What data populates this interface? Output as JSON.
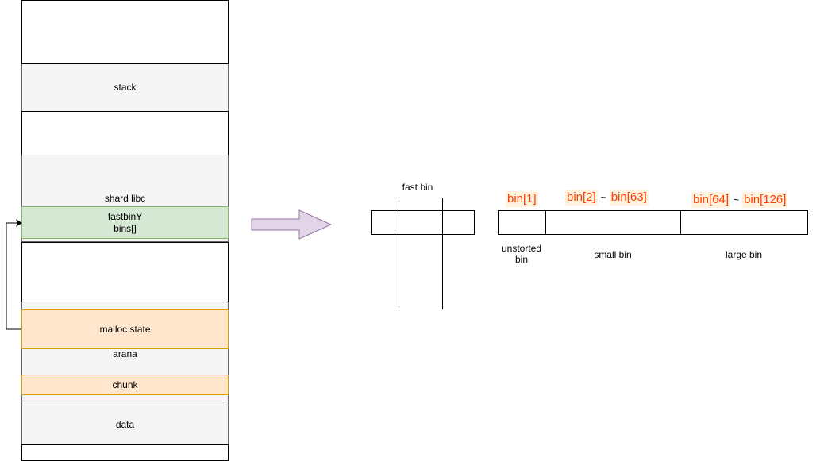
{
  "memory": {
    "stack": "stack",
    "shard_libc": "shard libc",
    "fastbin_line1": "fastbinY",
    "fastbin_line2": "bins[]",
    "malloc_state": "malloc state",
    "arena": "arana",
    "chunk": "chunk",
    "data": "data"
  },
  "fast_bin": {
    "title": "fast bin"
  },
  "bins": {
    "unsorted_top": "bin[1]",
    "small_top_a": "bin[2]",
    "small_top_b": "bin[63]",
    "large_top_a": "bin[64]",
    "large_top_b": "bin[126]",
    "tilde": "~",
    "unsorted_label_line1": "unstorted",
    "unsorted_label_line2": "bin",
    "small_label": "small bin",
    "large_label": "large bin"
  },
  "colors": {
    "green_fill": "#d5e8d4",
    "orange_fill": "#ffe6cc",
    "gray_fill": "#f5f5f5",
    "arrow_fill": "#e1d5e7",
    "arrow_stroke": "#9673a6",
    "red_text": "#ff3d00"
  },
  "icons": {
    "block_arrow": "right-block-arrow-icon",
    "connector": "elbow-connector-arrow-icon"
  }
}
